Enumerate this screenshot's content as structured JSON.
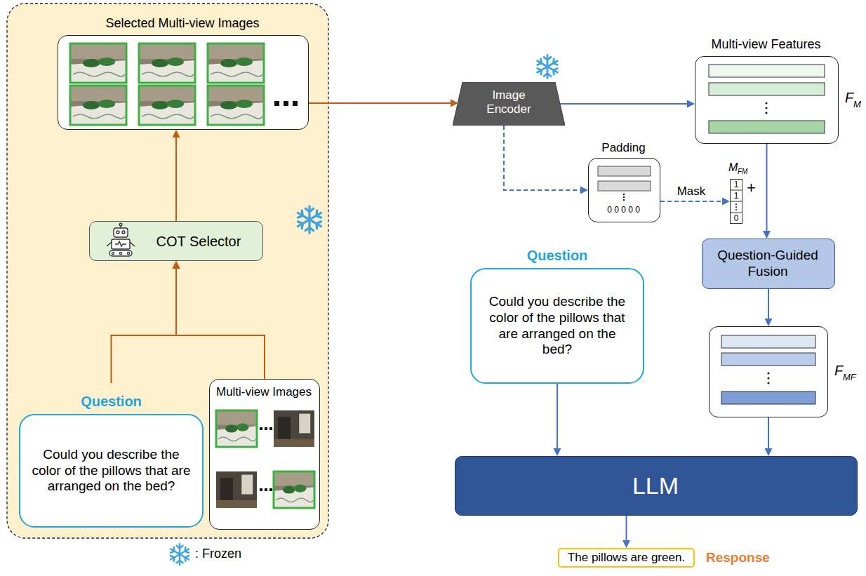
{
  "diagram": {
    "nodes": [
      {
        "text": [
          "Selected Multi-view Images"
        ]
      },
      {
        "text": [
          "COT Selector"
        ]
      },
      {
        "text": [
          "Question",
          "Could you describe the color of the pillows that are arranged on the bed?"
        ]
      },
      {
        "text": [
          "Multi-view Images"
        ]
      },
      {
        "text": [
          "Image Encoder"
        ]
      },
      {
        "text": [
          "Multi-view Features",
          "F",
          "M"
        ]
      },
      {
        "text": [
          "Padding",
          "0 0 0 0 0"
        ]
      },
      {
        "text": [
          "M",
          "FM",
          "1",
          "1",
          "0"
        ]
      },
      {
        "text": [
          "Question-Guided Fusion"
        ]
      },
      {
        "text": [
          "F",
          "MF"
        ]
      },
      {
        "text": [
          "Question",
          "Could you describe the color of the pillows that are arranged on the bed?"
        ]
      },
      {
        "text": [
          "LLM"
        ]
      },
      {
        "text": [
          "The pillows are green.",
          "Response"
        ]
      }
    ],
    "edges": [
      {
        "from": 2,
        "to": 1,
        "arrow": "to"
      },
      {
        "from": 3,
        "to": 1,
        "arrow": "to"
      },
      {
        "from": 1,
        "to": 0,
        "arrow": "to"
      },
      {
        "from": 0,
        "to": 4,
        "arrow": "to"
      },
      {
        "from": 4,
        "to": 5,
        "arrow": "to"
      },
      {
        "from": 4,
        "to": 6,
        "arrow": "to"
      },
      {
        "from": 6,
        "to": 7,
        "label": "Mask",
        "arrow": "to"
      },
      {
        "from": 5,
        "to": 8,
        "arrow": "to"
      },
      {
        "from": 8,
        "to": 9,
        "arrow": "to"
      },
      {
        "from": 9,
        "to": 11,
        "arrow": "to"
      },
      {
        "from": 10,
        "to": 11,
        "arrow": "to"
      },
      {
        "from": 11,
        "to": 12,
        "arrow": "to"
      }
    ],
    "labels": [
      "+"
    ],
    "legend": [
      {
        "text": ": Frozen"
      }
    ]
  }
}
